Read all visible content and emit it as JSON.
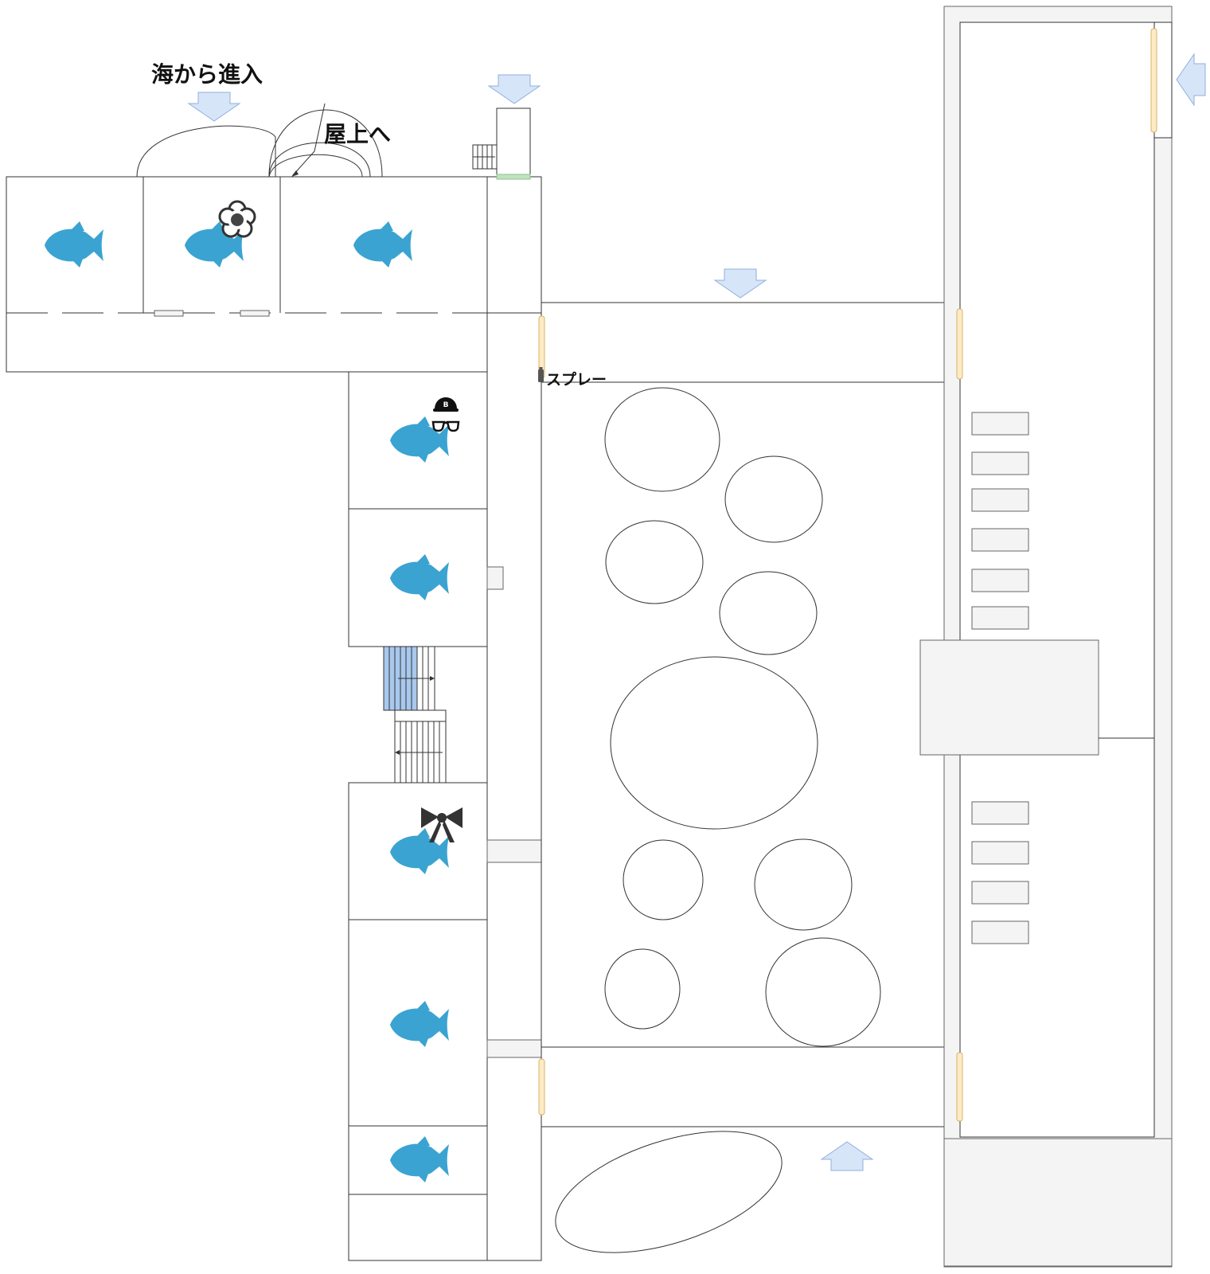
{
  "labels": {
    "sea_entry": "海から進入",
    "to_roof": "屋上へ",
    "spray": "スプレー"
  },
  "icons": {
    "fish": "fish-icon",
    "flower": "flower-icon",
    "cap": "cap-icon",
    "glasses": "glasses-icon",
    "ribbon": "ribbon-icon",
    "entry_arrow": "entry-arrow-icon",
    "spray_can": "spray-can-icon"
  },
  "colors": {
    "fish": "#3ba3d1",
    "door": "#fdebc4",
    "arrow": "#d7e5f8",
    "stair_highlight": "#a9c8ee",
    "green_marker": "#bfe3c0"
  }
}
